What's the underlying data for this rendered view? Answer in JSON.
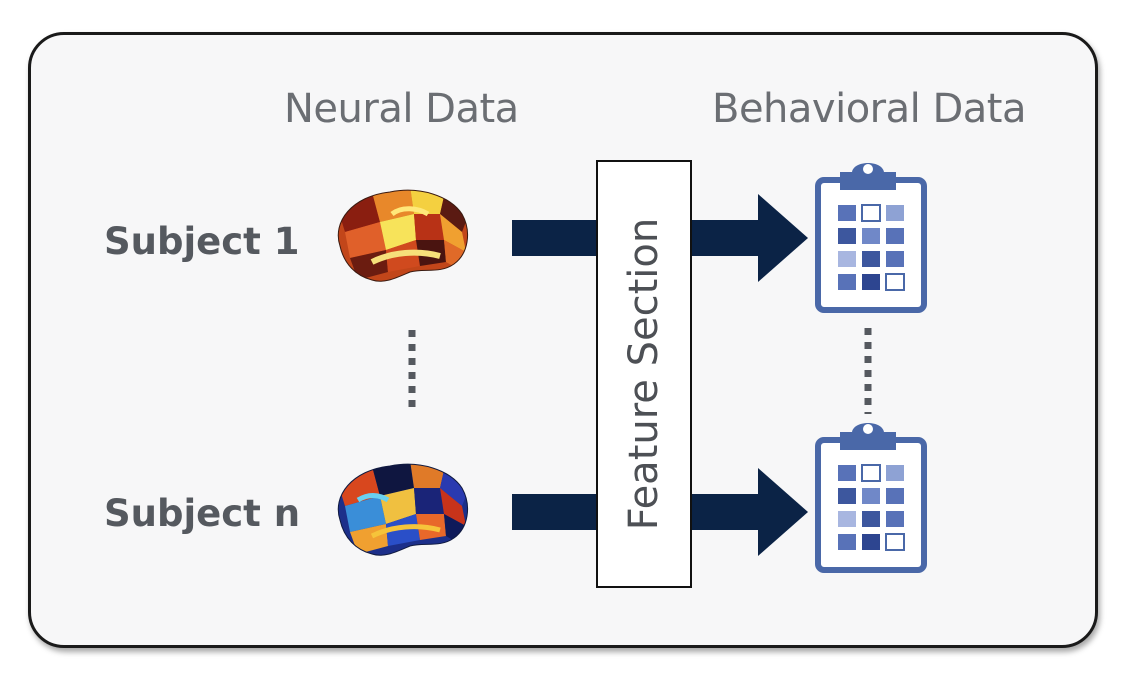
{
  "headers": {
    "neural": "Neural Data",
    "behavioral": "Behavioral Data"
  },
  "subjects": [
    {
      "label": "Subject 1",
      "brain_palette": "hot"
    },
    {
      "label": "Subject n",
      "brain_palette": "cold-hot"
    }
  ],
  "feature_box": {
    "label": "Feature Section"
  },
  "icons": {
    "brain": "brain-surface-icon",
    "clipboard": "clipboard-grid-icon"
  },
  "colors": {
    "arrow": "#0b2346",
    "clipboard": "#4a68a8",
    "text_gray": "#6b6e73",
    "subject_text": "#55595f"
  }
}
